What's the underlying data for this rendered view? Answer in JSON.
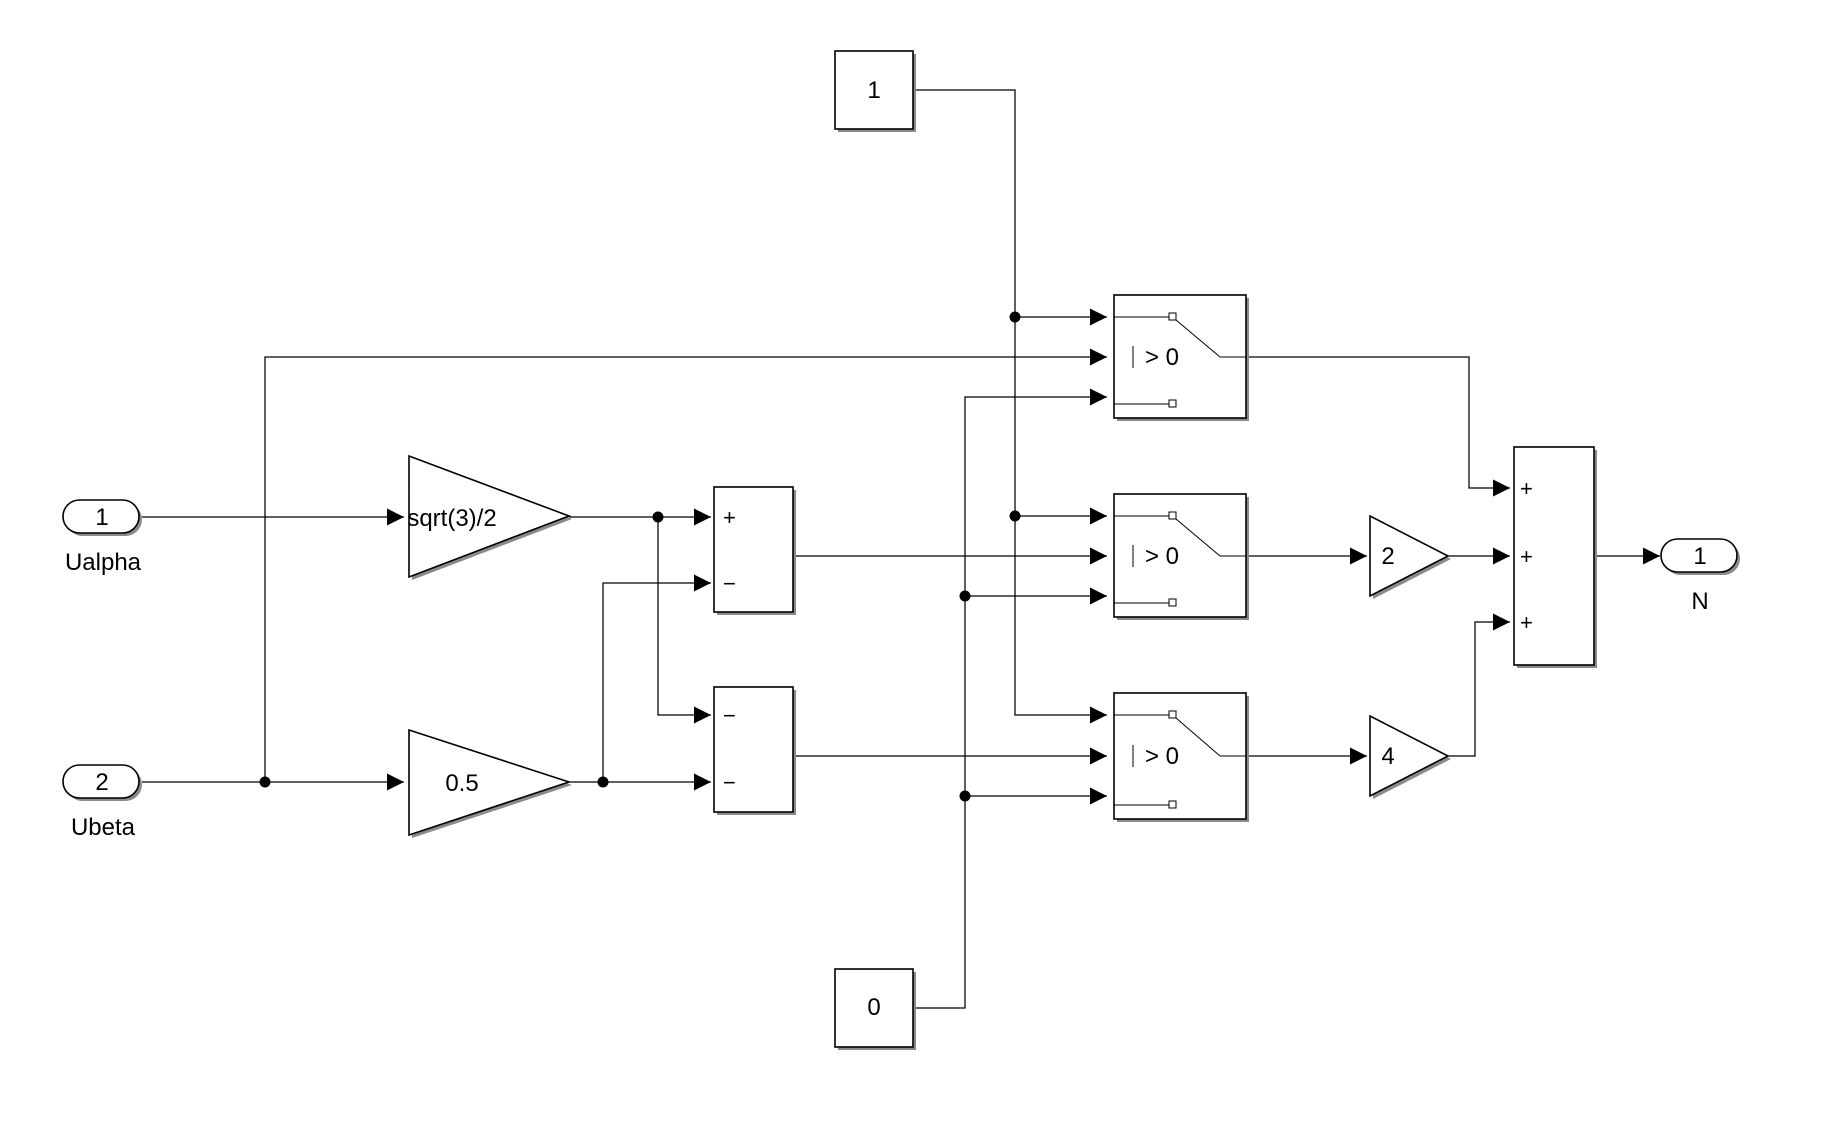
{
  "diagram": {
    "inports": [
      {
        "number": "1",
        "name": "Ualpha"
      },
      {
        "number": "2",
        "name": "Ubeta"
      }
    ],
    "outport": {
      "number": "1",
      "name": "N"
    },
    "constants": {
      "top": "1",
      "bottom": "0"
    },
    "gains": {
      "sqrt3": "sqrt(3)/2",
      "half": "0.5",
      "two": "2",
      "four": "4"
    },
    "sum_upper_signs": [
      "+",
      "−"
    ],
    "sum_lower_signs": [
      "−",
      "−"
    ],
    "sum_final_signs": [
      "+",
      "+",
      "+"
    ],
    "switch_threshold": "> 0"
  }
}
